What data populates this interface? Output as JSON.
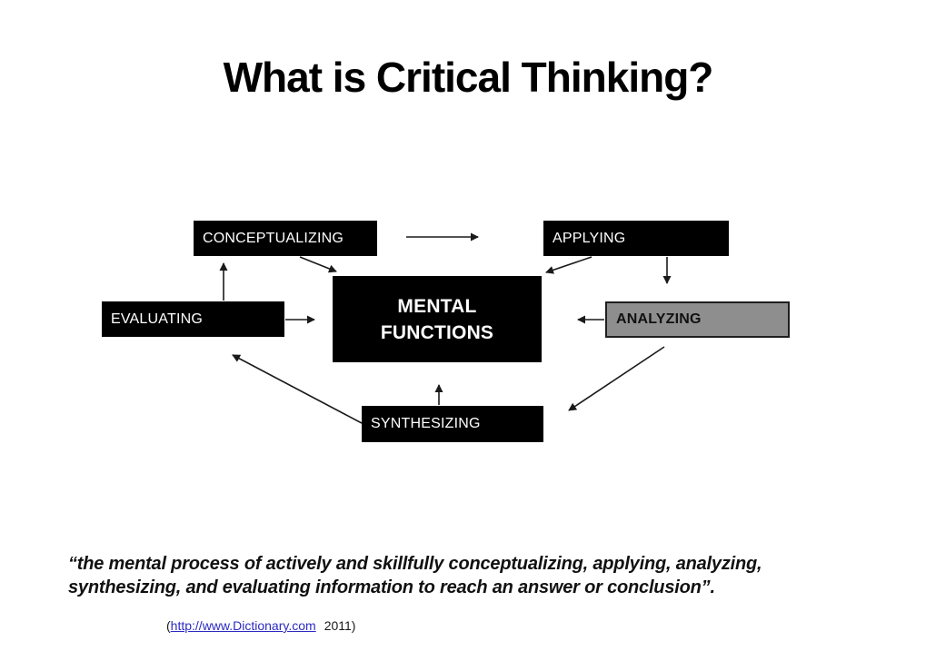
{
  "slide": {
    "title": "What is Critical Thinking?",
    "nodes": {
      "conceptualizing": {
        "label": "CONCEPTUALIZING"
      },
      "applying": {
        "label": "APPLYING"
      },
      "evaluating": {
        "label": "EVALUATING"
      },
      "mental_functions": {
        "line1": "MENTAL",
        "line2": "FUNCTIONS"
      },
      "analyzing": {
        "label": "ANALYZING"
      },
      "synthesizing": {
        "label": "SYNTHESIZING"
      }
    },
    "connections": [
      {
        "from": "conceptualizing",
        "to": "applying"
      },
      {
        "from": "evaluating",
        "to": "conceptualizing"
      },
      {
        "from": "conceptualizing",
        "to": "mental_functions"
      },
      {
        "from": "applying",
        "to": "mental_functions"
      },
      {
        "from": "applying",
        "to": "analyzing"
      },
      {
        "from": "evaluating",
        "to": "mental_functions"
      },
      {
        "from": "analyzing",
        "to": "mental_functions"
      },
      {
        "from": "synthesizing",
        "to": "mental_functions"
      },
      {
        "from": "synthesizing",
        "to": "evaluating"
      },
      {
        "from": "analyzing",
        "to": "synthesizing"
      }
    ],
    "quote": {
      "line1": "“the mental process of actively and skillfully conceptualizing, applying, analyzing,",
      "line2": "synthesizing, and evaluating information to reach an answer or conclusion”."
    },
    "citation": {
      "open_paren": "(",
      "link_text": "http://www.Dictionary.com",
      "year_text": "2011)"
    },
    "colors": {
      "node_fill": "#000000",
      "node_text": "#ffffff",
      "analyzing_fill": "#8e8e8e",
      "arrow": "#1a1a1a",
      "link": "#2b2bc3"
    }
  }
}
